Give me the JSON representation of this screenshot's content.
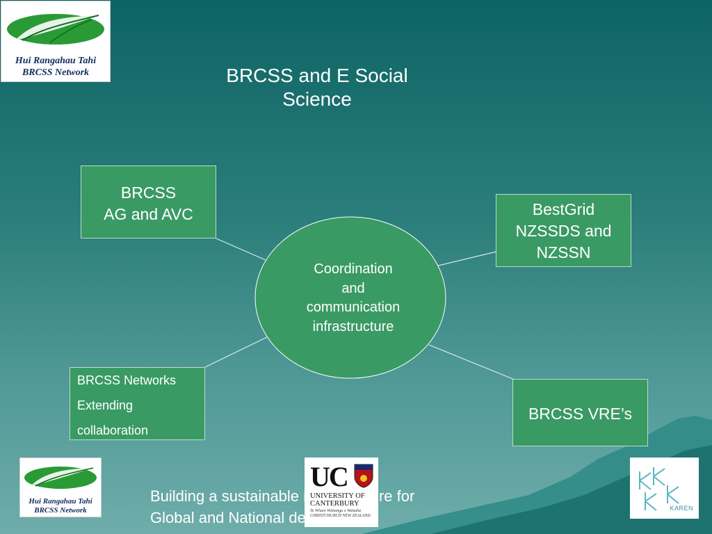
{
  "slide": {
    "title": "BRCSS and E Social Science",
    "title_line1": "BRCSS and E Social",
    "title_line2": "Science"
  },
  "center": {
    "line1": "Coordination",
    "line2": "and",
    "line3": "communication",
    "line4": "infrastructure"
  },
  "boxes": {
    "ag": {
      "line1": "BRCSS",
      "line2": "AG and AVC"
    },
    "bestgrid": {
      "line1": "BestGrid",
      "line2": "NZSSDS and",
      "line3": "NZSSN"
    },
    "networks": {
      "line1": "BRCSS Networks",
      "line2": "Extending",
      "line3": "collaboration"
    },
    "vre": {
      "label": "BRCSS VRE’s"
    }
  },
  "logos": {
    "brcss_line1": "Hui Rangahau Tahi",
    "brcss_line2": "BRCSS Network",
    "uc_letters": "UC",
    "uc_name_line1": "UNIVERSITY OF",
    "uc_name_line2": "CANTERBURY",
    "uc_sub_line1": "Te Whare Wānanga o Waitaha",
    "uc_sub_line2": "CHRISTCHURCH NEW ZEALAND",
    "karen": "KAREN"
  },
  "footer": {
    "line1": "Building a sustainable infrastructure for",
    "line2": "Global and National development"
  },
  "colors": {
    "box_fill": "#3a9a64",
    "ellipse_fill": "#3a9a64",
    "connector": "#d9ecec",
    "logo_green": "#1e8a2e"
  }
}
